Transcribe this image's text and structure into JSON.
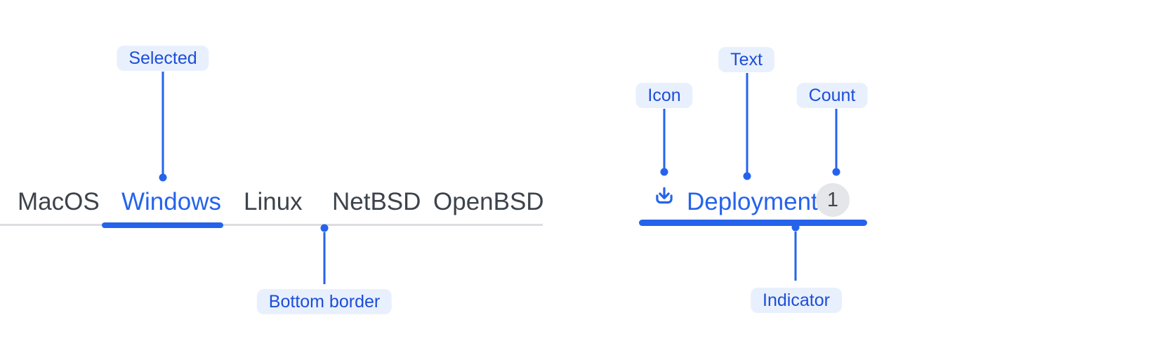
{
  "colors": {
    "canvas_bg": "#ffffff",
    "accent": "#2563eb",
    "pill_bg": "#e9f0fd",
    "pill_text": "#1d4ed8",
    "tab_text": "#3d434b",
    "border_line": "#dcdde1",
    "badge_bg": "#e5e6e9",
    "badge_text": "#40454d"
  },
  "tabs_example": {
    "annotations": {
      "selected": "Selected",
      "bottom_border": "Bottom border"
    },
    "tabs": [
      {
        "label": "MacOS",
        "selected": false
      },
      {
        "label": "Windows",
        "selected": true
      },
      {
        "label": "Linux",
        "selected": false
      },
      {
        "label": "NetBSD",
        "selected": false
      },
      {
        "label": "OpenBSD",
        "selected": false
      }
    ]
  },
  "tab_anatomy": {
    "annotations": {
      "icon": "Icon",
      "text": "Text",
      "count": "Count",
      "indicator": "Indicator"
    },
    "tab": {
      "icon": "download-icon",
      "label": "Deployments",
      "count": "1",
      "selected": true
    }
  }
}
